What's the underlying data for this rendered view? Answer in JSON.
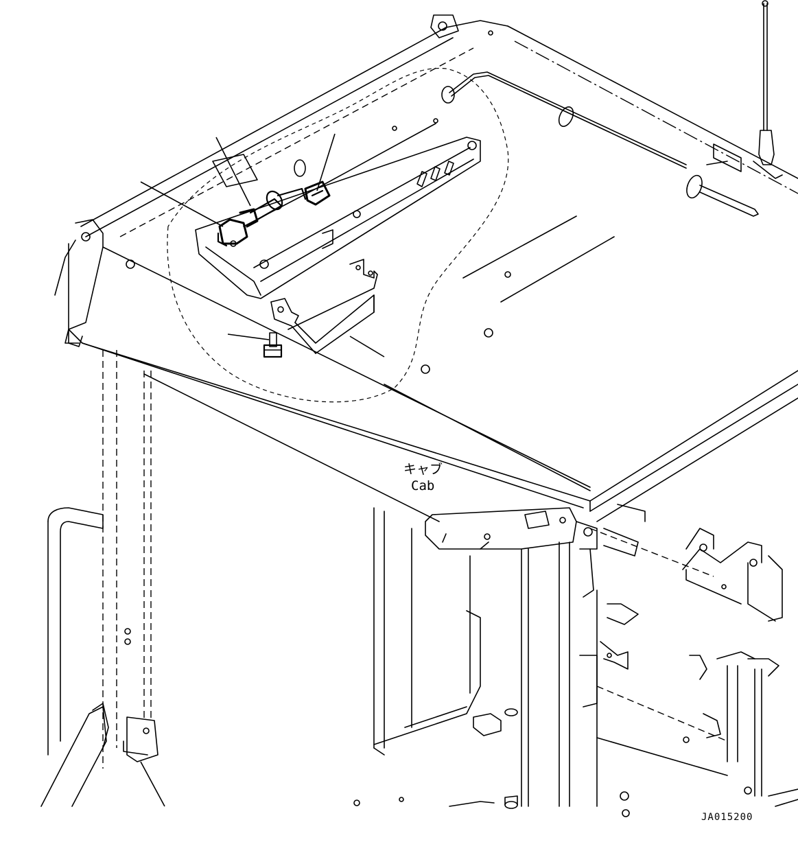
{
  "labels": {
    "cab_jp": "キャブ",
    "cab_en": "Cab",
    "drawing_code": "JA015200"
  }
}
